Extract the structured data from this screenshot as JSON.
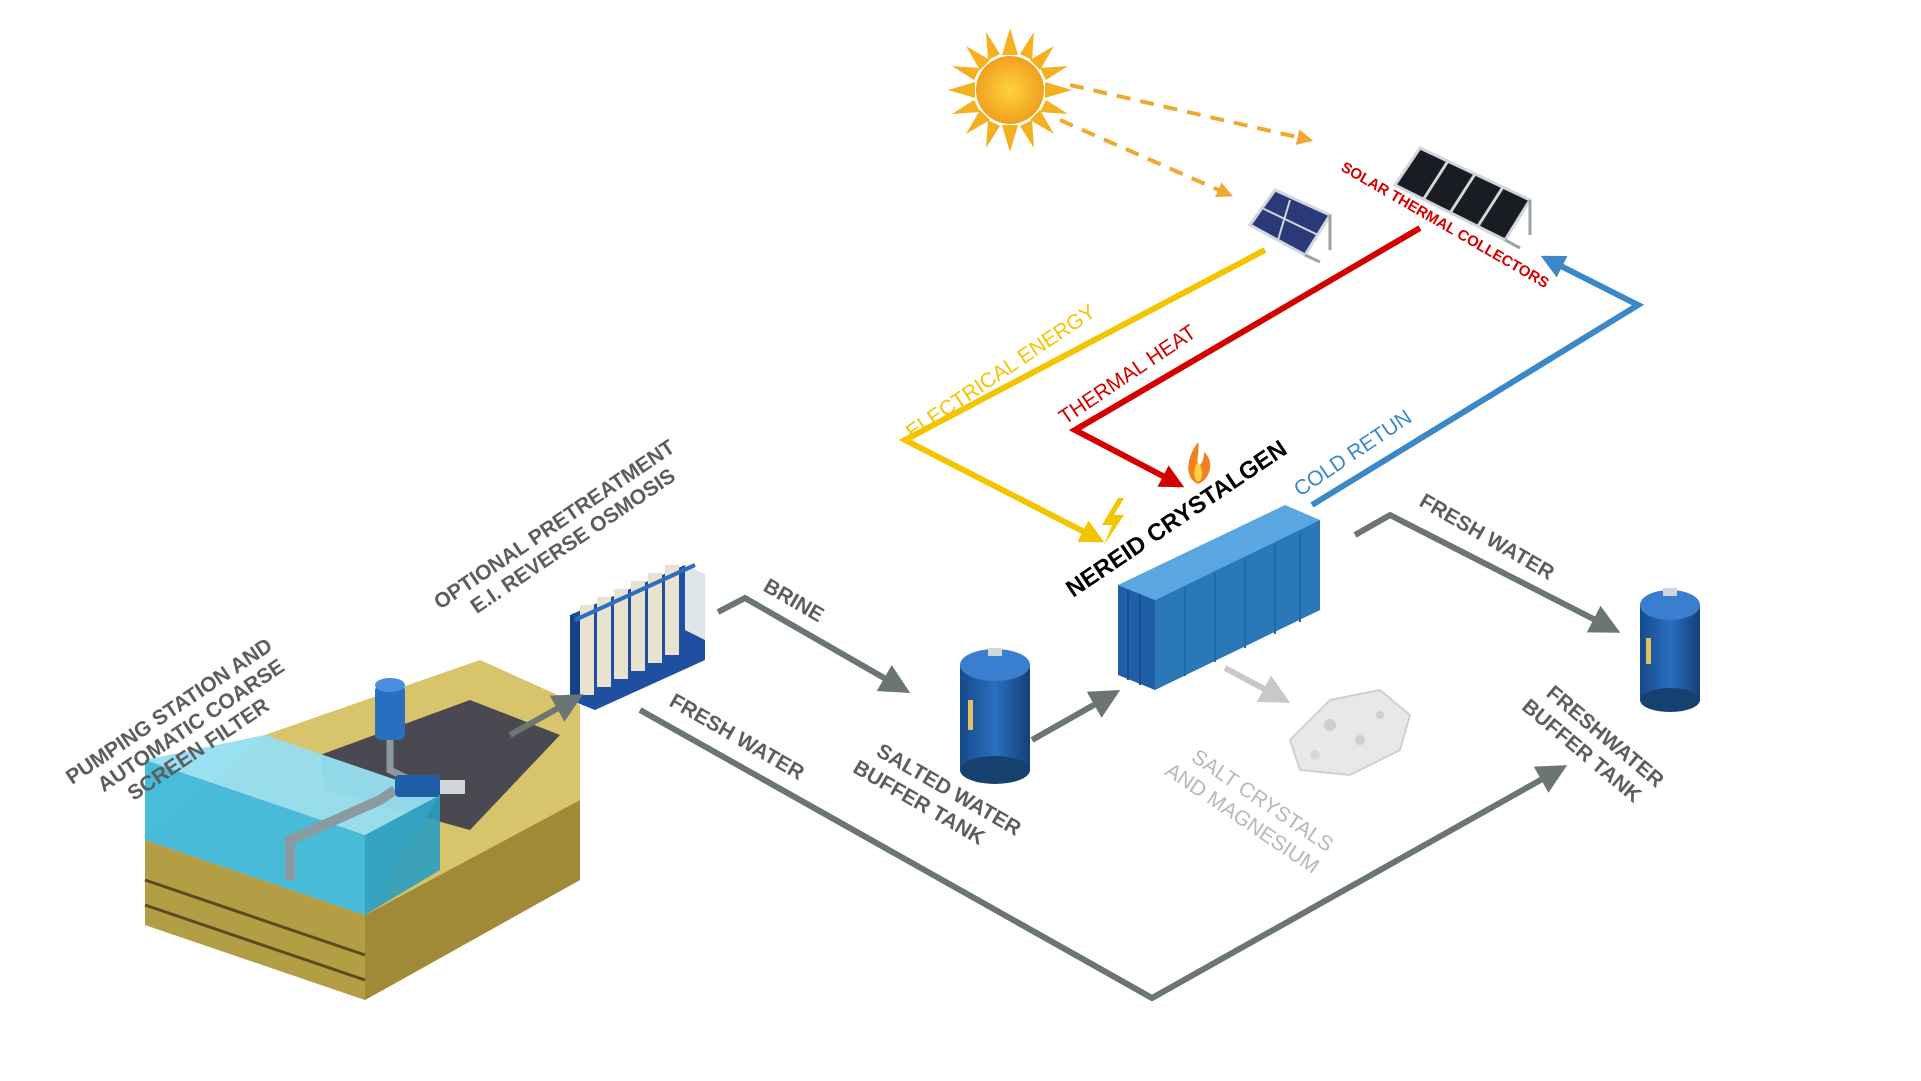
{
  "labels": {
    "pumping_station": [
      "PUMPING STATION AND",
      "AUTOMATIC COARSE",
      "SCREEN FILTER"
    ],
    "pretreatment": [
      "OPTIONAL PRETREATMENT",
      "E.I. REVERSE OSMOSIS"
    ],
    "brine": "BRINE",
    "salted_tank": [
      "SALTED WATER",
      "BUFFER TANK"
    ],
    "fresh_water_bottom": "FRESH WATER",
    "crystalgen": "NEREID CRYSTALGEN",
    "salt_crystals": [
      "SALT CRYSTALS",
      "AND MAGNESIUM"
    ],
    "fresh_water_right": "FRESH WATER",
    "freshwater_tank": [
      "FRESHWATER",
      "BUFFER TANK"
    ],
    "electrical_energy": "ELECTRICAL ENERGY",
    "thermal_heat": "THERMAL HEAT",
    "cold_return": "COLD RETUN",
    "solar_thermal": "SOLAR THERMAL COLLECTORS"
  },
  "icons": {
    "sun": "sun-icon",
    "pv_panel": "solar-panel-icon",
    "thermal_collectors": "solar-thermal-collector-icon",
    "lightning": "lightning-icon",
    "flame": "flame-icon"
  },
  "colors": {
    "electrical": "#f5c400",
    "thermal": "#d40000",
    "cold_return": "#3a88c8",
    "process_arrow": "#6b7572",
    "sun_ray": "#f0a830",
    "tank_blue": "#1f5fa8",
    "container_blue": "#2a78b8",
    "water": "#3fb8d8",
    "sand": "#c9b45a",
    "salt_label": "#b8b8b8"
  }
}
